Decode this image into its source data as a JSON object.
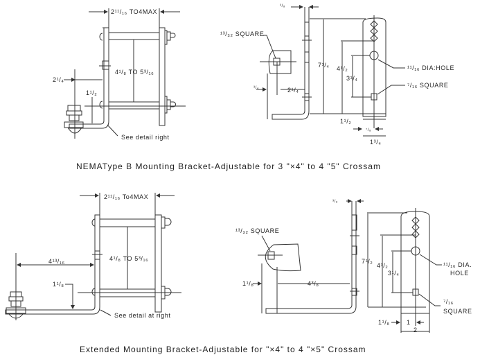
{
  "figure_top": {
    "caption": "NEMAType B Mounting Bracket-Adjustable for 3 \"×4\" to 4 \"5\" Crossam",
    "left_view": {
      "width_dim": "2¹¹/₁₆ TO4MAX",
      "height_dim": "4¹/₈ TO 5³/₁₆",
      "offset_dim": "2¹/₄",
      "offset_small_dim": "1¹/₂",
      "callout": "See detail right"
    },
    "right_view": {
      "thickness_dim": "³/₈",
      "square_label": "¹³/₃₂ SQUARE",
      "left_dim": "³/₄",
      "mid_dim": "2¹/₄",
      "total_height_dim": "7¹/₄",
      "slot_dim": "4¹/₂",
      "hole_spacing_dim": "3¹/₄",
      "hole_label": "¹¹/₁₆ DIA:HOLE",
      "small_square_label": "⁷/₁₆ SQUARE",
      "bottom_dim": "1¹/₂",
      "half_width_dim": "⁷/₈",
      "width_dim": "1³/₄"
    }
  },
  "figure_bottom": {
    "caption": "Extended Mounting Bracket-Adjustable for \"×4\" to 4 \"×5\" Crossam",
    "left_view": {
      "width_dim": "2¹¹/₁₆ To4MAX",
      "height_dim": "4¹/₈ TO 5³/₁₆",
      "offset_dim": "4¹³/₁₆",
      "offset_small_dim": "1¹/₈",
      "callout": "See detail at right"
    },
    "right_view": {
      "thickness_dim": "³/₈",
      "square_label": "¹³/₃₂ SQUARE",
      "left_dim": "1¹/₈",
      "mid_dim": "4³/₈",
      "total_height_dim": "7¹/₂",
      "slot_dim": "4¹/₂",
      "hole_spacing_dim": "3¹/₄",
      "hole_label_1": "¹¹/₁₆ DIA.",
      "hole_label_2": "HOLE",
      "small_square_label_1": "⁷/₁₆",
      "small_square_label_2": "SQUARE",
      "bottom_dim": "1¹/₈",
      "half_width_dim": "1",
      "width_dim": "2"
    }
  }
}
